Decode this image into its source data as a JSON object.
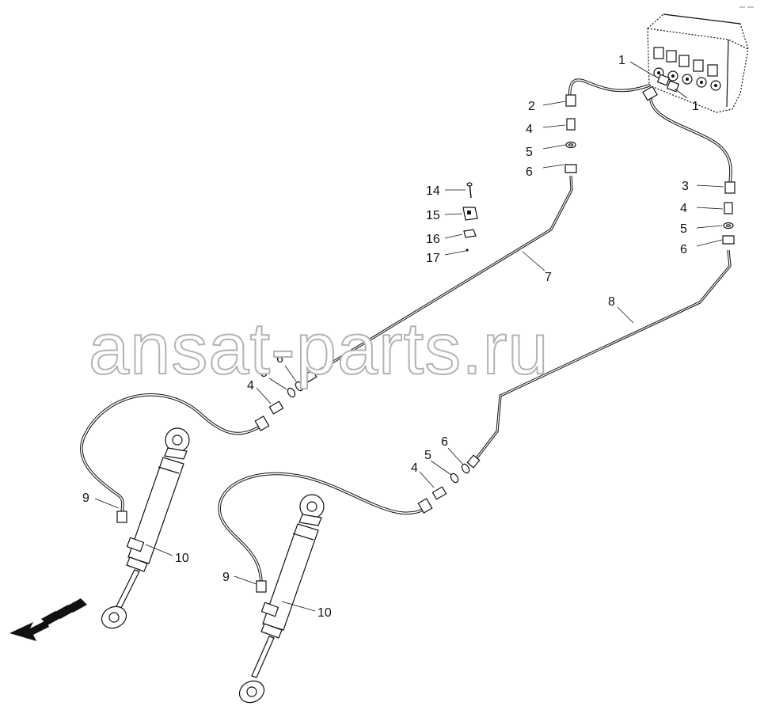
{
  "watermark": "ansat-parts.ru",
  "callouts": {
    "c1a": "1",
    "c1b": "1",
    "c2": "2",
    "c4a": "4",
    "c5a": "5",
    "c6a": "6",
    "c3": "3",
    "c4b": "4",
    "c5b": "5",
    "c6b": "6",
    "c14": "14",
    "c15": "15",
    "c16": "16",
    "c17": "17",
    "c7": "7",
    "c8": "8",
    "c6c": "6",
    "c5c": "5",
    "c4c": "4",
    "c6d": "6",
    "c5d": "5",
    "c4d": "4",
    "c9a": "9",
    "c10a": "10",
    "c9b": "9",
    "c10b": "10"
  },
  "icons": {
    "direction_arrow": "forward-direction-arrow-icon"
  }
}
